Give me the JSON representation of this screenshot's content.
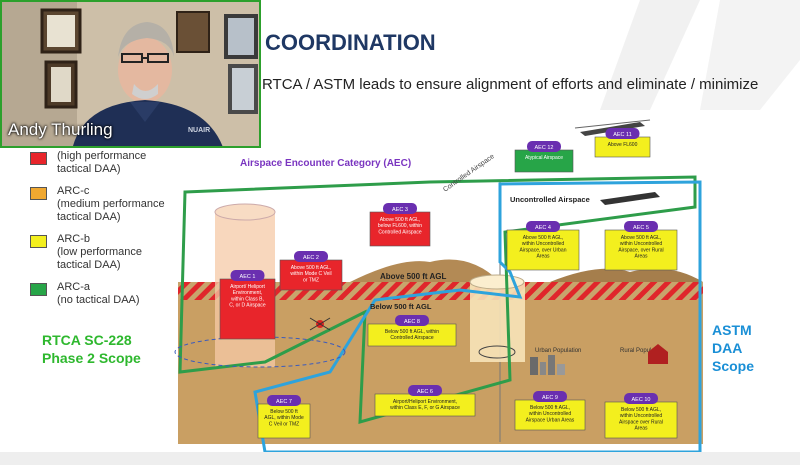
{
  "slide": {
    "title": "COORDINATION",
    "subtitle": "RTCA / ASTM leads to ensure alignment of efforts and eliminate / minimize"
  },
  "video": {
    "participant_name": "Andy Thurling",
    "shirt_logo": "NUAIR"
  },
  "legend": [
    {
      "text": "(high performance\ntactical DAA)",
      "color": "#e8252b"
    },
    {
      "text": "ARC-c\n(medium performance\ntactical DAA)",
      "color": "#f0a830"
    },
    {
      "text": "ARC-b\n(low performance\ntactical DAA)",
      "color": "#f3ef1e"
    },
    {
      "text": "ARC-a\n(no tactical DAA)",
      "color": "#27a548"
    }
  ],
  "scopes": {
    "rtca": "RTCA SC-228\nPhase 2 Scope",
    "astm": "ASTM\nDAA\nScope"
  },
  "diagram": {
    "header": "Airspace Encounter Category (AEC)",
    "controlled_label": "Controlled Airspace",
    "uncontrolled_label": "Uncontrolled Airspace",
    "above_agl": "Above 500 ft AGL",
    "below_agl": "Below 500 ft AGL",
    "urban_pop": "Urban Population",
    "rural_pop": "Rural Population",
    "aecs": [
      {
        "tag": "AEC 11",
        "desc": "Above FL600"
      },
      {
        "tag": "AEC 12",
        "desc": "Atypical Airspace"
      },
      {
        "tag": "AEC 3",
        "desc": "Above 500 ft AGL, below FL600, within Controlled Airspace"
      },
      {
        "tag": "AEC 2",
        "desc": "Above 500 ft AGL, within Mode C Veil or TMZ"
      },
      {
        "tag": "AEC 1",
        "desc": "Airport/ Heliport Environment, within Class B, C, or D Airspace"
      },
      {
        "tag": "AEC 4",
        "desc": "Above 500 ft AGL, within Uncontrolled Airspace, over Urban Areas"
      },
      {
        "tag": "AEC 5",
        "desc": "Above 500 ft AGL, within Uncontrolled Airspace, over Rural Areas"
      },
      {
        "tag": "AEC 8",
        "desc": "Below 500 ft AGL, within Controlled Airspace"
      },
      {
        "tag": "AEC 6",
        "desc": "Airport/Heliport Environment, within Class E, F, or G Airspace"
      },
      {
        "tag": "AEC 7",
        "desc": "Below 500 ft AGL, within Mode C Veil or TMZ"
      },
      {
        "tag": "AEC 9",
        "desc": "Below 500 ft AGL, within Uncontrolled Airspace Urban Areas"
      },
      {
        "tag": "AEC 10",
        "desc": "Below 500 ft AGL, within Uncontrolled Airspace over Rural Areas"
      }
    ]
  }
}
